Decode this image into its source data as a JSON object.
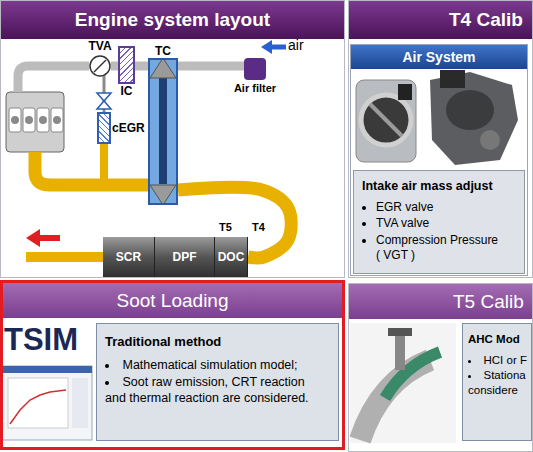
{
  "diagram": {
    "nodes": [
      {
        "text": [
          "Engine system layout"
        ]
      },
      {
        "text": [
          "TVA"
        ],
        "in": 0
      },
      {
        "text": [
          "IC"
        ],
        "in": 0
      },
      {
        "text": [
          "TC"
        ],
        "in": 0
      },
      {
        "text": [
          "Air filter"
        ],
        "in": 0
      },
      {
        "text": [
          "cEGR"
        ],
        "in": 0
      },
      {
        "text": [
          "SCR"
        ],
        "in": 0
      },
      {
        "text": [
          "DPF"
        ],
        "in": 0
      },
      {
        "text": [
          "DOC"
        ],
        "in": 0
      },
      {
        "text": [
          "T4 Calib"
        ]
      },
      {
        "text": [
          "Air System"
        ],
        "in": 9
      },
      {
        "text": [
          "Intake air mass adjust",
          "EGR valve",
          "TVA valve",
          "Compression Pressure ( VGT )"
        ],
        "in": 10
      },
      {
        "text": [
          "Soot Loading"
        ]
      },
      {
        "text": [
          "Traditional method",
          "Mathematical simulation model;",
          "Soot raw emission, CRT reaction and thermal reaction are considered."
        ],
        "in": 12
      },
      {
        "text": [
          "T5 Calib"
        ]
      },
      {
        "text": [
          "AHC Mod",
          "HCI or F",
          "Stationa considere"
        ],
        "in": 14
      }
    ],
    "edges": [
      {
        "from": 4,
        "to": 3,
        "arrow": "none"
      },
      {
        "from": 3,
        "to": 2,
        "arrow": "none"
      },
      {
        "from": 2,
        "to": 1,
        "arrow": "none"
      },
      {
        "from": 3,
        "to": 8,
        "arrow": "none"
      }
    ],
    "labels": [
      "air",
      "T5",
      "T4",
      "TSIM"
    ]
  }
}
